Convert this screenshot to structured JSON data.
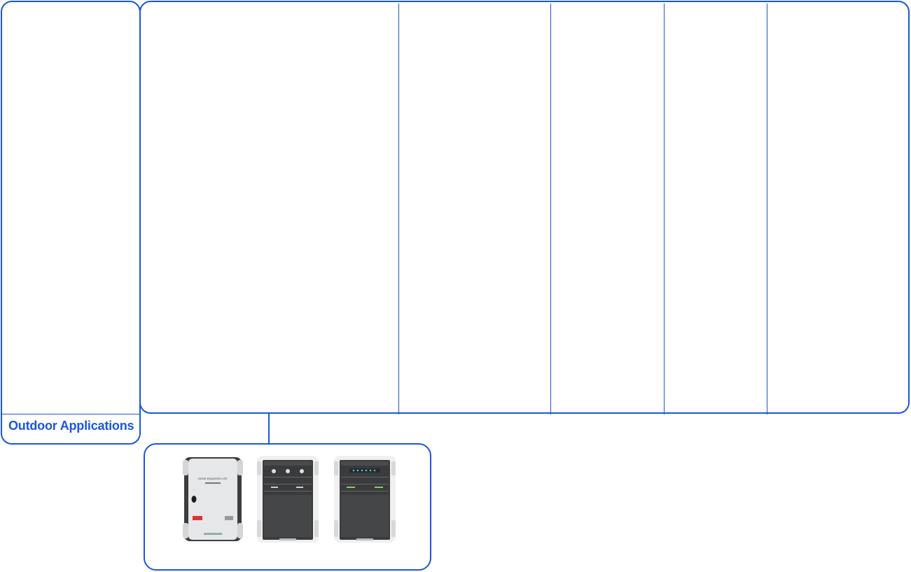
{
  "left_panel": {
    "title": "Outdoor Applications"
  },
  "main_table": {
    "columns": 5
  },
  "products": [
    {
      "name": "enclosure-icon",
      "label": "EDGE EQUATOR LITE"
    },
    {
      "name": "rack-unit-icon"
    },
    {
      "name": "rack-unit-display-icon"
    }
  ],
  "colors": {
    "accent": "#1a56db",
    "device_light": "#e6e7e8",
    "device_dark": "#3c3d3f"
  }
}
